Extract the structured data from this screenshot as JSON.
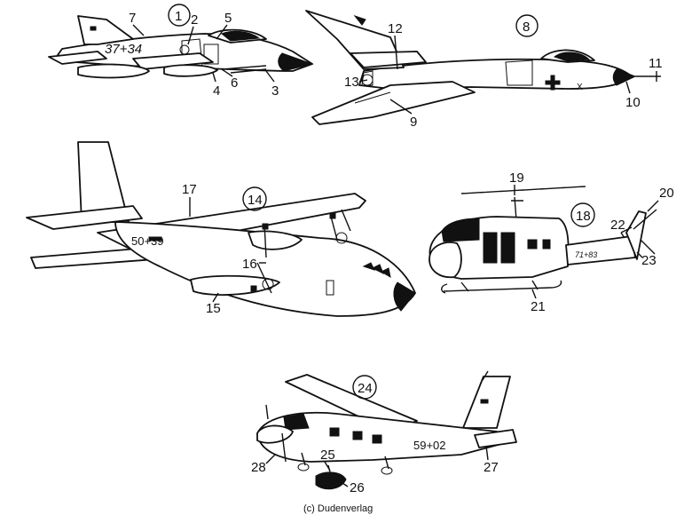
{
  "figure": {
    "aircraft": [
      {
        "name": "phantom",
        "circled": "1"
      },
      {
        "name": "tornado",
        "circled": "8"
      },
      {
        "name": "transall",
        "circled": "14"
      },
      {
        "name": "huey",
        "circled": "18"
      },
      {
        "name": "do28",
        "circled": "24"
      }
    ],
    "labels": {
      "l2": "2",
      "l3": "3",
      "l4": "4",
      "l5": "5",
      "l6": "6",
      "l7": "7",
      "l9": "9",
      "l10": "10",
      "l11": "11",
      "l12": "12",
      "l13": "13",
      "l15": "15",
      "l16": "16",
      "l17": "17",
      "l19": "19",
      "l20": "20",
      "l21": "21",
      "l22": "22",
      "l23": "23",
      "l25": "25",
      "l26": "26",
      "l27": "27",
      "l28": "28"
    },
    "markings": {
      "phantom_serial": "37+34",
      "transall_serial": "50+39",
      "huey_serial": "71+83",
      "do28_serial": "59+02"
    },
    "credit": "(c) Dudenverlag"
  }
}
